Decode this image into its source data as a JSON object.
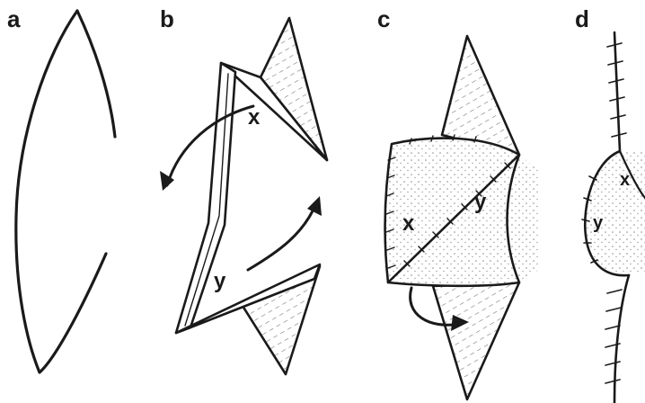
{
  "panels": [
    {
      "letter": "a"
    },
    {
      "letter": "b",
      "flaps": [
        "x",
        "y"
      ]
    },
    {
      "letter": "c",
      "flaps": [
        "x",
        "y"
      ]
    },
    {
      "letter": "d",
      "flaps": [
        "x",
        "y"
      ]
    }
  ],
  "colors": {
    "ink": "#1a1a1a",
    "shade": "#c9c9c9",
    "background": "#ffffff"
  }
}
